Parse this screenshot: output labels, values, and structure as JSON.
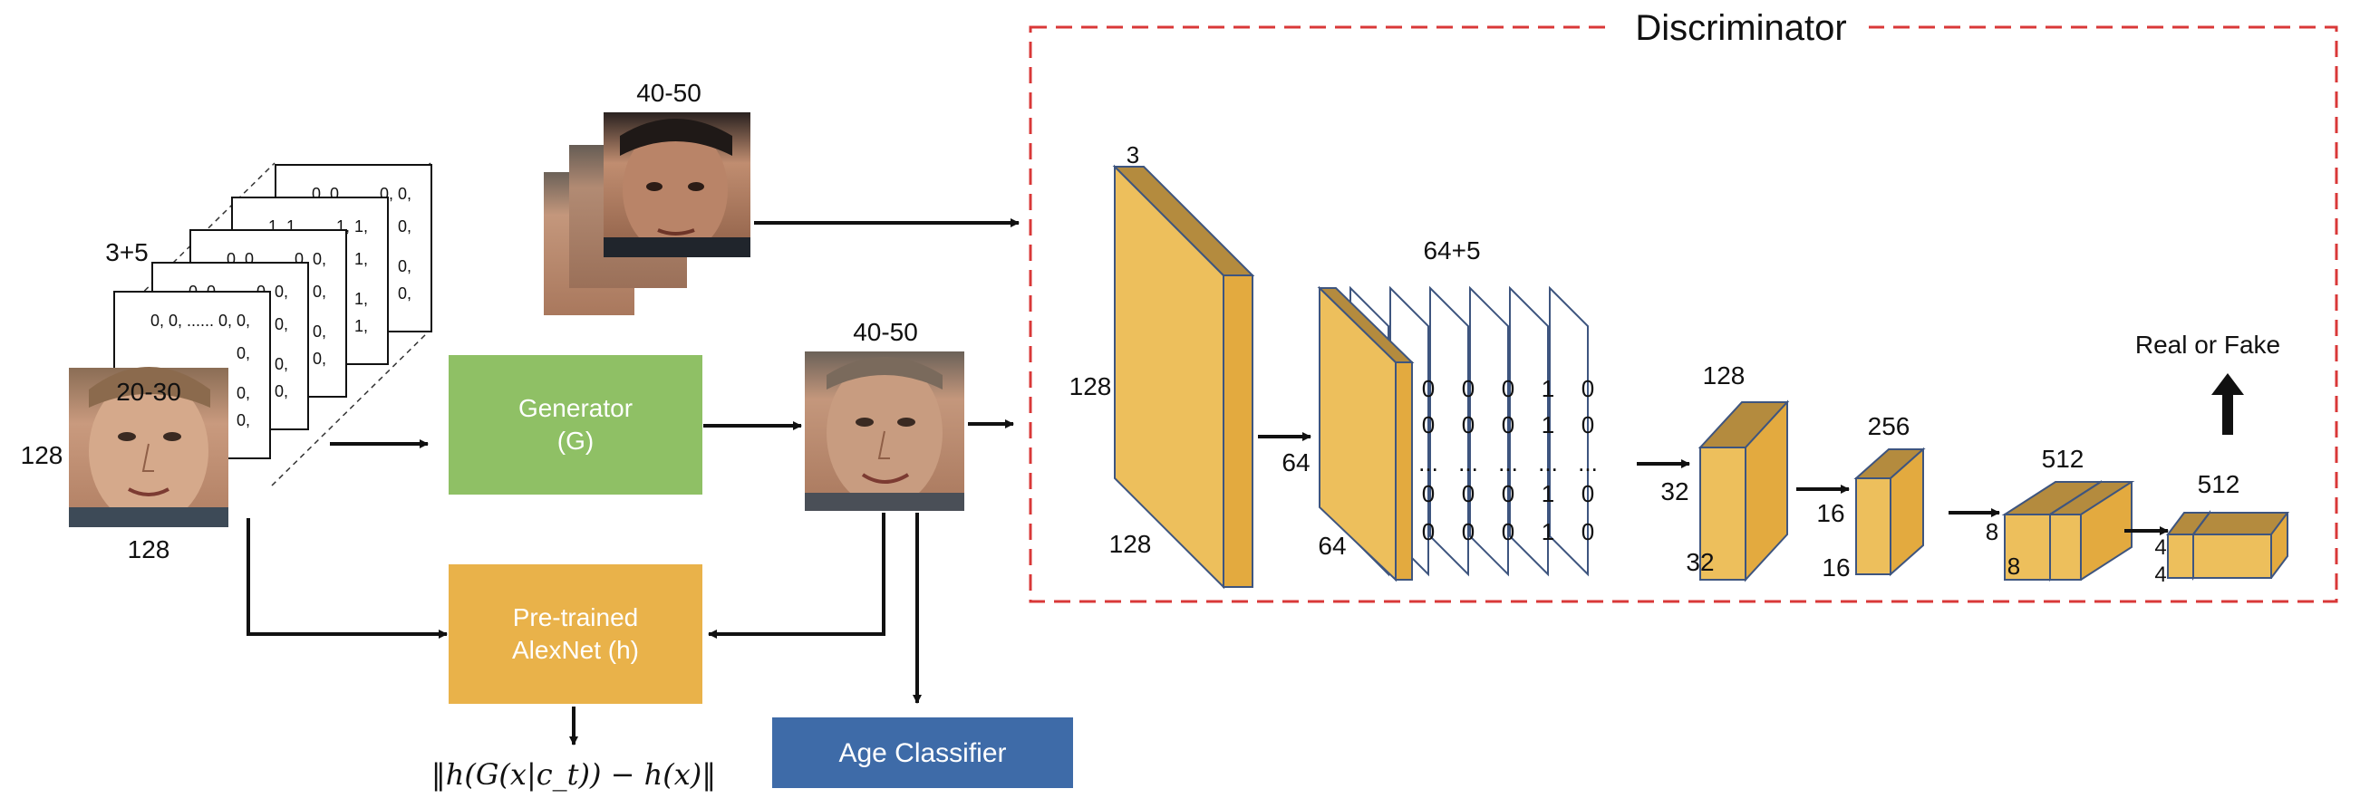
{
  "colors": {
    "generator": "#8fc065",
    "alexnet": "#e9b24a",
    "classifier": "#3e6ba8",
    "block_front": "#edbf5c",
    "block_top": "#b48b3e",
    "block_side": "#e3aa3f",
    "block_edge": "#3e557f",
    "dashed": "#d93838",
    "arrow": "#111111"
  },
  "input": {
    "channels_label": "3+5",
    "age_label": "20-30",
    "height_label": "128",
    "width_label": "128",
    "maps": [
      {
        "row1": "0, 0, ...... 0, 0,",
        "row2": "0,",
        "row3": "0,",
        "row4": "0,"
      },
      {
        "row1": "1, 1, ...... 1, 1,",
        "row2": "1,",
        "row3": "1,",
        "row4": "1,"
      },
      {
        "row1": "0, 0, ...... 0, 0,",
        "row2": "0,",
        "row3": "0,",
        "row4": "0,"
      },
      {
        "row1": "0, 0, ...... 0, 0,",
        "row2": "0,",
        "row3": "0,",
        "row4": "0,"
      },
      {
        "row1": "0, 0, ...... 0, 0,",
        "row2": "0,",
        "row3": "0,",
        "row4": "0,"
      }
    ],
    "icons": [
      "face-photo-young"
    ]
  },
  "real_images": {
    "age_label": "40-50",
    "icons": [
      "face-photo-stack"
    ]
  },
  "generator": {
    "line1": "Generator",
    "line2": "(G)"
  },
  "generated": {
    "age_label": "40-50",
    "icons": [
      "face-photo-aged"
    ]
  },
  "alexnet": {
    "line1": "Pre-trained",
    "line2": "AlexNet (h)"
  },
  "loss_formula": "‖h(G(x|c_t)) − h(x)‖",
  "age_classifier": {
    "label": "Age Classifier"
  },
  "discriminator": {
    "title": "Discriminator",
    "block1": {
      "depth": "3",
      "height": "128",
      "width": "128"
    },
    "block2": {
      "label": "64+5",
      "height": "64",
      "width": "64",
      "cols": [
        [
          "0",
          "0",
          "...",
          "0",
          "0"
        ],
        [
          "0",
          "0",
          "...",
          "0",
          "0"
        ],
        [
          "0",
          "0",
          "...",
          "0",
          "0"
        ],
        [
          "1",
          "1",
          "...",
          "1",
          "1"
        ],
        [
          "0",
          "0",
          "...",
          "0",
          "0"
        ]
      ]
    },
    "block3": {
      "depth": "128",
      "height": "32",
      "width": "32"
    },
    "block4": {
      "depth": "256",
      "height": "16",
      "width": "16"
    },
    "block5": {
      "depth": "512",
      "height": "8",
      "width": "8"
    },
    "block6": {
      "depth": "512",
      "height": "4",
      "width": "4"
    },
    "output": "Real or Fake"
  }
}
